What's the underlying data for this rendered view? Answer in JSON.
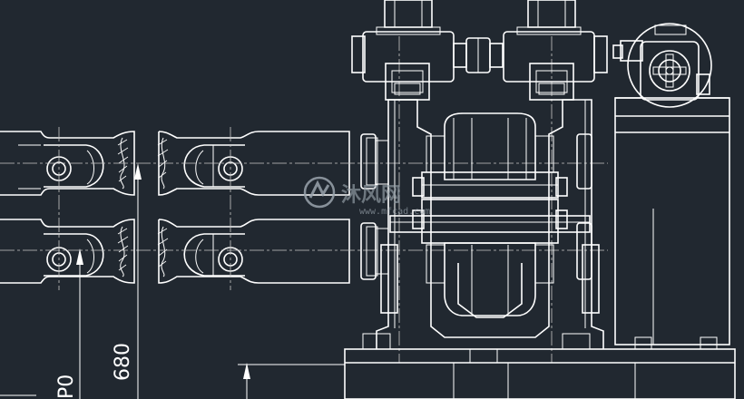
{
  "drawing": {
    "background_color": "#212830",
    "line_color": "#ffffff",
    "dimensions": [
      {
        "id": "dim-680",
        "text": "680"
      },
      {
        "id": "dim-partial",
        "text": "P0"
      }
    ]
  },
  "watermark": {
    "brand_text": "沐风网",
    "url_text": "www.mfcad.com",
    "icon": "mf-logo-icon"
  }
}
